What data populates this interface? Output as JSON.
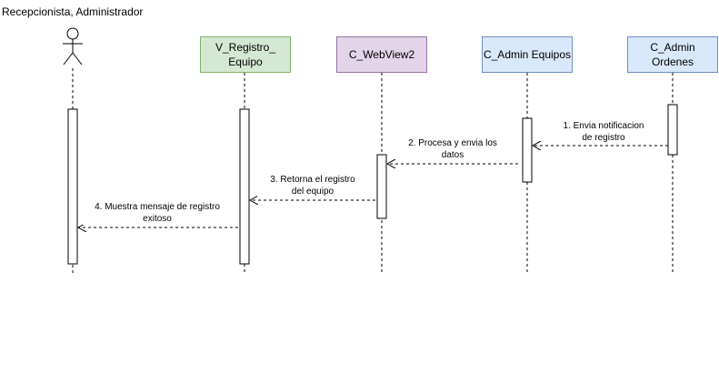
{
  "actor": {
    "label": "Recepcionista, Administrador"
  },
  "lifelines": [
    {
      "id": "v_registro",
      "label_line1": "V_Registro_",
      "label_line2": "Equipo",
      "fill": "#d5e8d4",
      "stroke": "#82b366"
    },
    {
      "id": "c_webview2",
      "label_line1": "C_WebView2",
      "label_line2": "",
      "fill": "#e1d5e7",
      "stroke": "#9673a6"
    },
    {
      "id": "c_admin_equipos",
      "label_line1": "C_Admin Equipos",
      "label_line2": "",
      "fill": "#dae8fc",
      "stroke": "#6c8ebf"
    },
    {
      "id": "c_admin_ordenes",
      "label_line1": "C_Admin",
      "label_line2": "Ordenes",
      "fill": "#dae8fc",
      "stroke": "#6c8ebf"
    }
  ],
  "messages": [
    {
      "line1": "1. Envia notificacion",
      "line2": "de registro",
      "from": "c_admin_ordenes",
      "to": "c_admin_equipos"
    },
    {
      "line1": "2. Procesa y envia los",
      "line2": "datos",
      "from": "c_admin_equipos",
      "to": "c_webview2"
    },
    {
      "line1": "3. Retorna el registro",
      "line2": "del equipo",
      "from": "c_webview2",
      "to": "v_registro"
    },
    {
      "line1": "4. Muestra mensaje de registro",
      "line2": "exitoso",
      "from": "v_registro",
      "to": "actor"
    }
  ]
}
